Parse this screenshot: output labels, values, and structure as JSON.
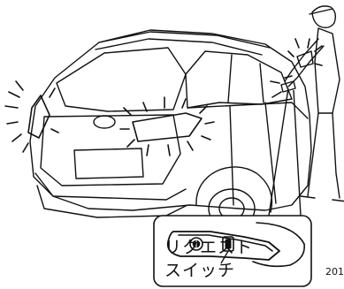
{
  "callout": {
    "label_line1": "リクエスト",
    "label_line2": "スイッチ"
  },
  "figure_code": "201"
}
